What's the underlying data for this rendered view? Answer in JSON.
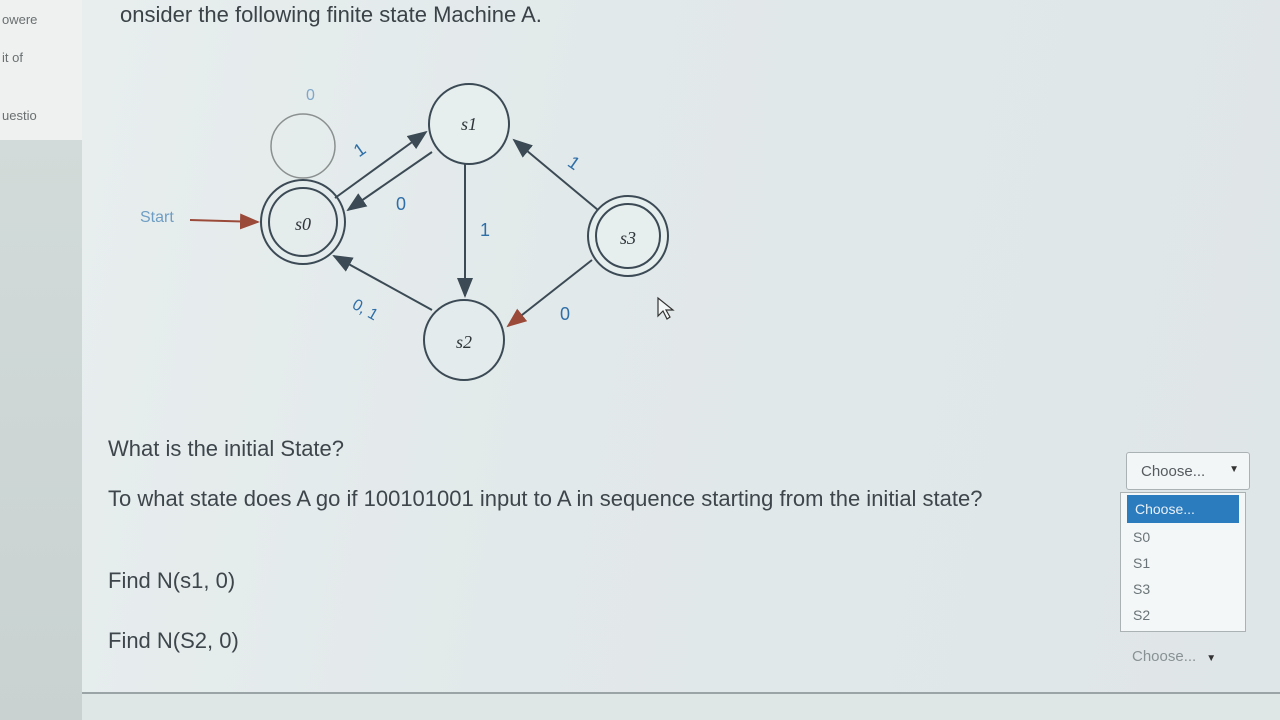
{
  "sidebar": {
    "items": [
      "owere",
      "it of",
      "uestio"
    ]
  },
  "question": {
    "title": "onsider the following finite state Machine A.",
    "parts": [
      "What is the initial State?",
      "To what state does A go if 100101001 input to A in sequence starting from the initial state?",
      "Find N(s1, 0)",
      "Find N(S2, 0)"
    ]
  },
  "diagram": {
    "start_label": "Start",
    "states": [
      "s0",
      "s1",
      "s2",
      "s3"
    ],
    "edge_labels": [
      "0",
      "1",
      "0",
      "1",
      "1",
      "0, 1",
      "0"
    ]
  },
  "select1": {
    "value": "Choose...",
    "options": [
      "Choose...",
      "S0",
      "S1",
      "S3",
      "S2"
    ]
  },
  "select2": {
    "value": "Choose..."
  }
}
